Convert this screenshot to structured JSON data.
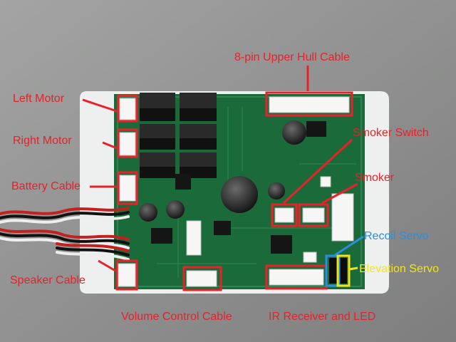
{
  "image": {
    "kind": "annotated photograph",
    "subject_icon": "circuit-board-photo"
  },
  "colors": {
    "label_red": "#e8212a",
    "label_blue": "#2a8fe0",
    "label_yellow": "#f2e418",
    "pcb_green": "#1c6b3a",
    "backing_white": "#f2f2f2"
  },
  "labels": {
    "upper_hull": "8-pin Upper Hull Cable",
    "left_motor": "Left Motor",
    "right_motor": "Right Motor",
    "battery": "Battery Cable",
    "speaker": "Speaker Cable",
    "smoker_switch": "Smoker Switch",
    "smoker": "Smoker",
    "recoil": "Recoil Servo",
    "elevation": "Elevation Servo",
    "volume": "Volume Control Cable",
    "ir": "IR Receiver and LED"
  }
}
